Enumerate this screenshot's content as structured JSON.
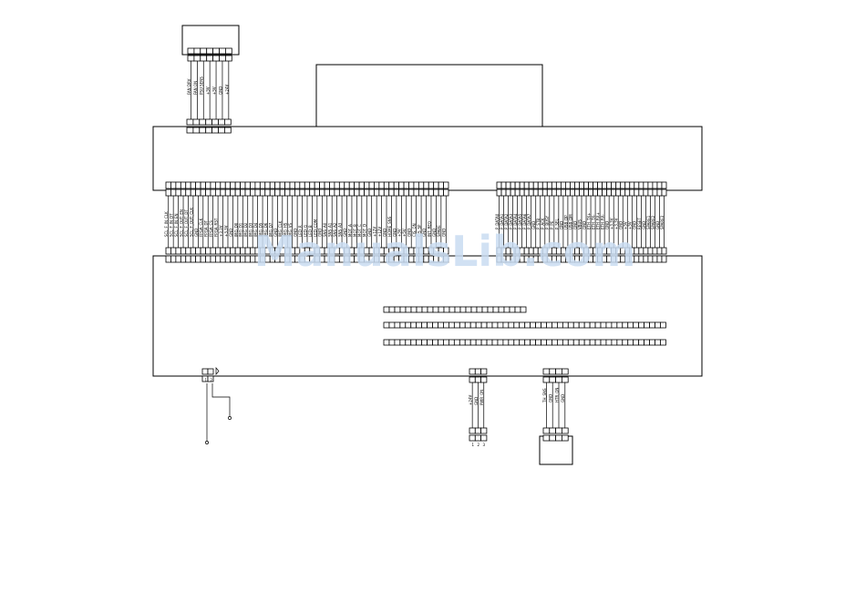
{
  "watermark": {
    "text": "ManualsLib.com",
    "color": "#c9dcf2"
  },
  "top_small_module": {
    "signals": [
      "FAN DRV",
      "FAN ON",
      "PSU SENS",
      "+5V",
      "+5V",
      "GND",
      "+24V"
    ]
  },
  "harness_left": {
    "signals": [
      "SCL_F_IN_CLK",
      "SCL_F_IN_DT",
      "SCL_F_IN_EN",
      "SCL_F_OUT_EN",
      "SCL_F_OUT_DT",
      "SCL_F_OUT_CLK",
      "GND",
      "FPGA_CLK",
      "FPGA_DT",
      "FPGA_CS",
      "FPGA_RST",
      "+3.3V",
      "+3.3V",
      "GND",
      "IMG_D0",
      "IMG_D1",
      "IMG_D2",
      "IMG_D3",
      "IMG_D4",
      "IMG_D5",
      "IMG_D6",
      "IMG_D7",
      "GND",
      "IMG_CLK",
      "IMG_HS",
      "IMG_VS",
      "GND",
      "LED_R",
      "LED_G",
      "LED_B",
      "LED_COM",
      "GND",
      "SNS_A0",
      "SNS_A1",
      "SNS_A2",
      "SNS_A3",
      "GND",
      "MOT_A",
      "MOT_B",
      "MOT_C",
      "MOT_D",
      "GND",
      "+12V",
      "+12V",
      "GND",
      "HOME_SNS",
      "GND",
      "+5V",
      "+5V",
      "GND",
      "CIS_ON",
      "CIS_SP",
      "GND",
      "INT_REQ",
      "GND",
      "SPARE",
      "GND"
    ]
  },
  "harness_right": {
    "signals": [
      "P_DATA0",
      "P_DATA1",
      "P_DATA2",
      "P_DATA3",
      "P_DATA4",
      "P_DATA5",
      "P_DATA6",
      "P_DATA7",
      "GND",
      "P_STB",
      "P_ACK",
      "P_BUSY",
      "P_PE",
      "P_SEL",
      "GND",
      "USB_DP",
      "USB_DM",
      "GND",
      "VBUS",
      "GND",
      "ETH_TX+",
      "ETH_TX-",
      "ETH_RX+",
      "ETH_RX-",
      "GND",
      "+3.3V",
      "+3.3V",
      "GND",
      "+5V",
      "+5V",
      "GND",
      "RESET",
      "GND",
      "SPARE1",
      "SPARE2",
      "GND",
      "SPARE3"
    ]
  },
  "bottom_middle": {
    "signals": [
      "+24V",
      "GND",
      "PWR_ON"
    ],
    "pin_marks": [
      "1",
      "2",
      "3"
    ]
  },
  "bottom_right": {
    "signals": [
      "TH_SNS",
      "GND",
      "HTR_ON",
      "GND"
    ]
  },
  "bottom_left": {
    "pin_marks": [
      "1",
      "2"
    ]
  }
}
